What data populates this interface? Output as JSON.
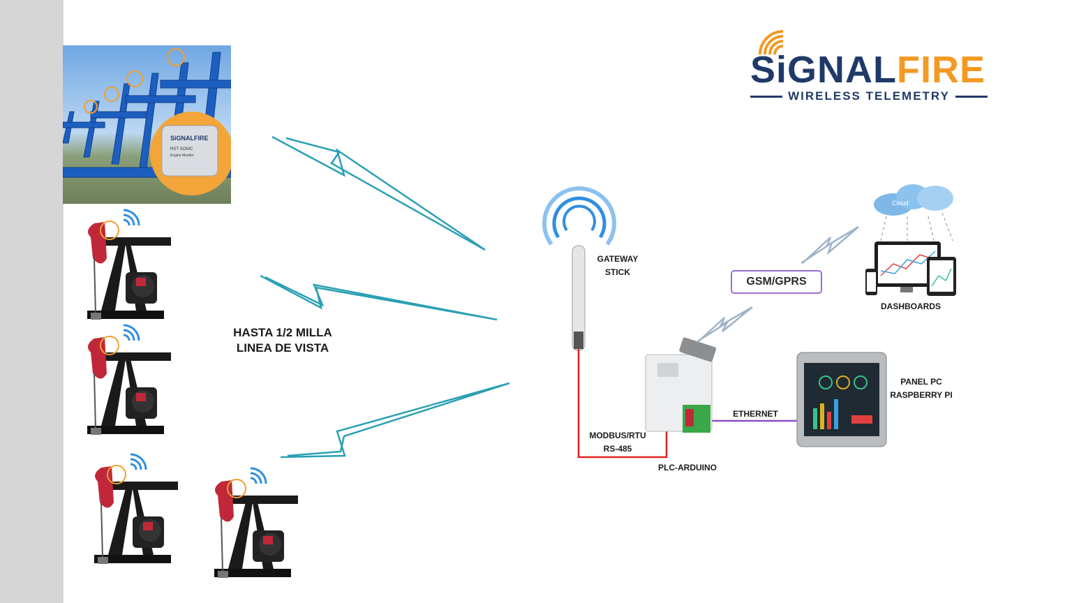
{
  "logo": {
    "word_signal": "SiGNAL",
    "word_fire": "FIRE",
    "tagline": "WIRELESS TELEMETRY"
  },
  "photo_device": {
    "brand": "SiGNALFIRE",
    "model": "RST SONIC",
    "line2": "Engine Monitor"
  },
  "labels": {
    "range_line1": "HASTA 1/2 MILLA",
    "range_line2": "LINEA DE VISTA",
    "gateway_line1": "GATEWAY",
    "gateway_line2": "STICK",
    "modbus_line1": "MODBUS/RTU",
    "modbus_line2": "RS-485",
    "plc": "PLC-ARDUINO",
    "ethernet": "ETHERNET",
    "panel_line1": "PANEL PC",
    "panel_line2": "RASPBERRY PI",
    "gsm": "GSM/GPRS",
    "dashboards": "DASHBOARDS",
    "cloud": "Cloud"
  },
  "colors": {
    "lightning": "#2aa0b4",
    "rs485_wire": "#e02020",
    "ethernet_wire": "#8a4fc4",
    "gsm_border": "#9b6fd4",
    "logo_navy": "#1f3a68",
    "logo_orange": "#f39a24",
    "pump_red": "#c0283a",
    "signal_blue": "#2f8fe0"
  }
}
